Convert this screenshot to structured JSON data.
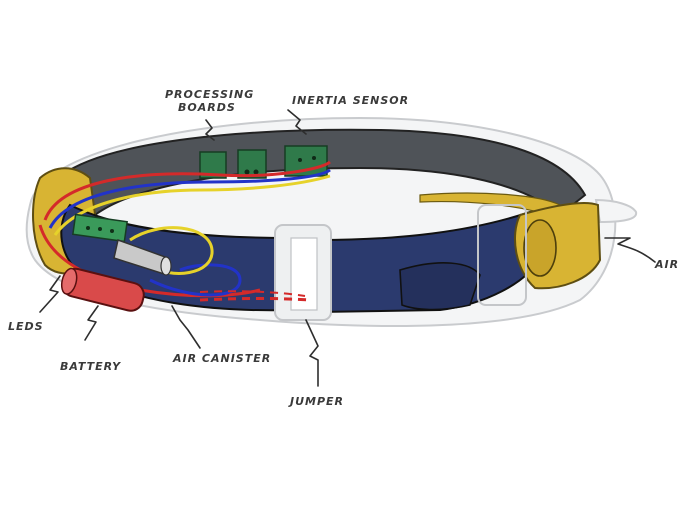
{
  "labels": {
    "processing_boards_line1": "PROCESSING",
    "processing_boards_line2": "BOARDS",
    "inertia_sensor": "INERTIA SENSOR",
    "air": "AIR",
    "leds": "LEDS",
    "battery": "BATTERY",
    "air_canister": "AIR CANISTER",
    "jumper": "JUMPER"
  },
  "colors": {
    "belt_navy": "#2b3a6e",
    "belt_inner": "#4a4d52",
    "yellow_foam": "#d8b433",
    "wire_red": "#d42a2a",
    "wire_blue": "#2233c8",
    "wire_yellow": "#e6d22a",
    "board_green": "#2f7a4a",
    "battery_red": "#d94a4a"
  }
}
